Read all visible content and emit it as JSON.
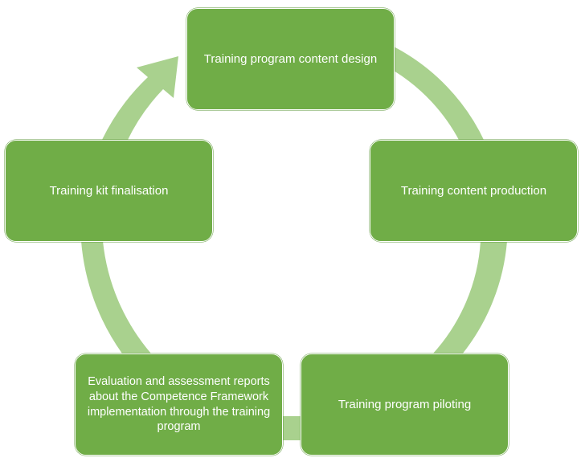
{
  "diagram": {
    "type": "cycle",
    "colors": {
      "node_fill": "#70ad47",
      "connector_fill": "#a9d18e",
      "text": "#ffffff",
      "background": "#ffffff"
    },
    "steps": [
      {
        "label": "Training program content design"
      },
      {
        "label": "Training content production"
      },
      {
        "label": "Training program piloting"
      },
      {
        "label": "Evaluation and assessment reports about the Competence Framework implementation through the training program"
      },
      {
        "label": "Training kit finalisation"
      }
    ]
  }
}
